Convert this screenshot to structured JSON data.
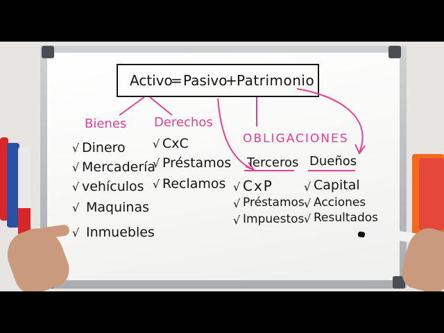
{
  "equation": {
    "activo": "Activo",
    "equals": "=",
    "pasivo": "Pasivo",
    "plus": "+",
    "patrimonio": "Patrimonio"
  },
  "activo_groups": {
    "bienes": {
      "title": "Bienes",
      "items": [
        "Dinero",
        "Mercadería",
        "vehículos",
        "Maquinas",
        "Inmuebles"
      ]
    },
    "derechos": {
      "title": "Derechos",
      "items": [
        "CxC",
        "Préstamos",
        "Reclamos"
      ]
    }
  },
  "obligaciones": {
    "title": "OBLIGACIONES",
    "terceros": {
      "title": "Terceros",
      "items": [
        "CxP",
        "Préstamos",
        "Impuestos"
      ]
    },
    "duenos": {
      "title": "Dueños",
      "items": [
        "Capital",
        "Acciones",
        "Resultados"
      ]
    }
  },
  "check_mark": "√",
  "colors": {
    "black_ink": "#141414",
    "pink_ink": "#e4408f",
    "board": "#ffffff",
    "frame": "#b9bcbf"
  }
}
